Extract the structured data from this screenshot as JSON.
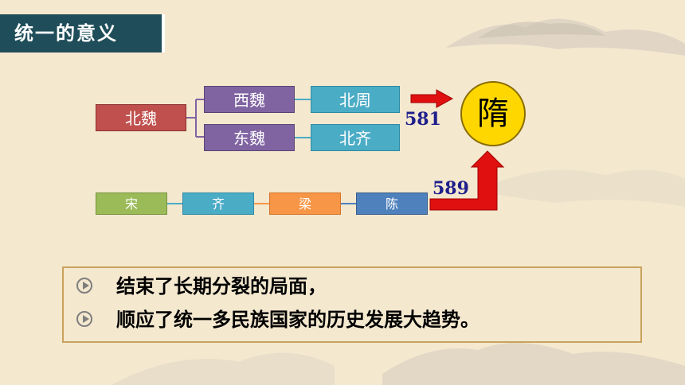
{
  "title": "统一的意义",
  "diagram": {
    "north": {
      "root": "北魏",
      "branches": [
        {
          "first": "西魏",
          "second": "北周"
        },
        {
          "first": "东魏",
          "second": "北齐"
        }
      ],
      "year": "581"
    },
    "south": {
      "dynasties": [
        "宋",
        "齐",
        "梁",
        "陈"
      ],
      "year": "589"
    },
    "target": "隋"
  },
  "summary": {
    "points": [
      "结束了长期分裂的局面，",
      "顺应了统一多民族国家的历史发展大趋势。"
    ]
  },
  "colors": {
    "title_bg": "#1f4e5a",
    "arrow": "#e01010",
    "sui_circle": "#ffd700",
    "border": "#c9a25c"
  }
}
